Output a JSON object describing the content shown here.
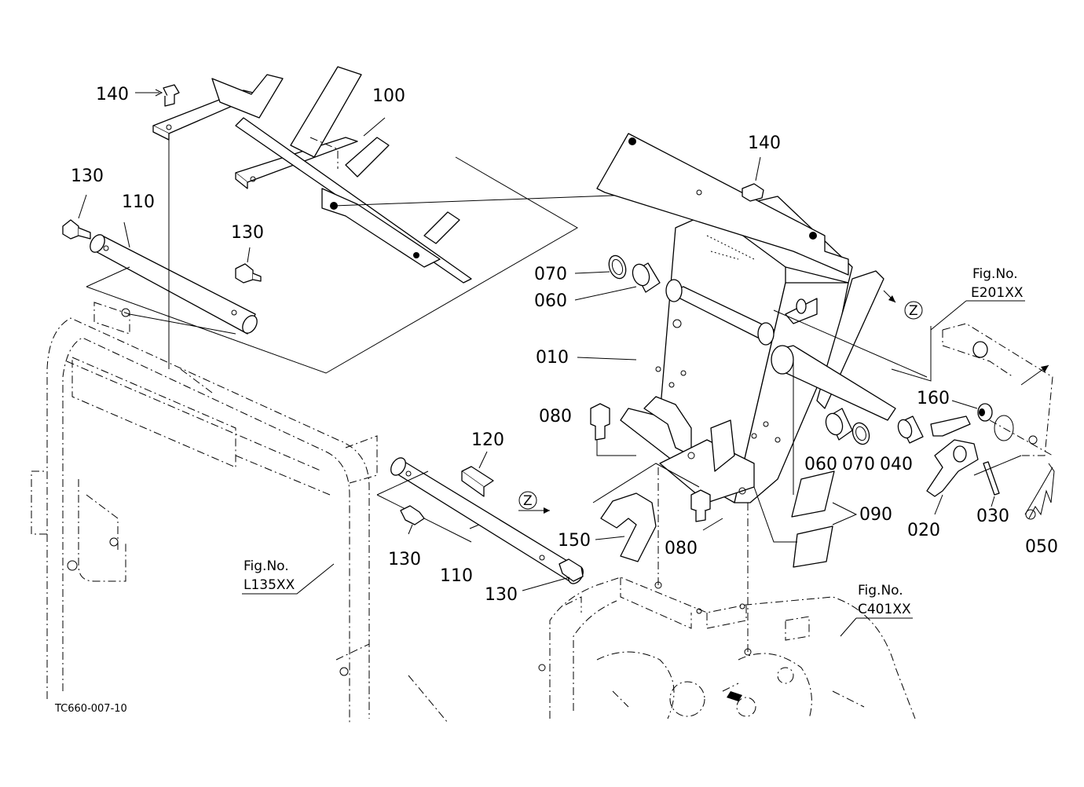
{
  "diagram": {
    "code": "TC660-007-10",
    "part_labels": {
      "p140a": "140",
      "p100": "100",
      "p130a": "130",
      "p110a": "110",
      "p130b": "130",
      "p140b": "140",
      "p070a": "070",
      "p060a": "060",
      "p010": "010",
      "p080a": "080",
      "p120": "120",
      "p160": "160",
      "p060b": "060",
      "p070b": "070",
      "p040": "040",
      "p090": "090",
      "p020": "020",
      "p030": "030",
      "p050": "050",
      "p150": "150",
      "p080b": "080",
      "p130c": "130",
      "p110b": "110",
      "p130d": "130"
    },
    "fig_refs": {
      "e201": {
        "prefix": "Fig.No.",
        "code": "E201XX"
      },
      "l135": {
        "prefix": "Fig.No.",
        "code": "L135XX"
      },
      "c401": {
        "prefix": "Fig.No.",
        "code": "C401XX"
      }
    },
    "view_marker": "Z"
  }
}
